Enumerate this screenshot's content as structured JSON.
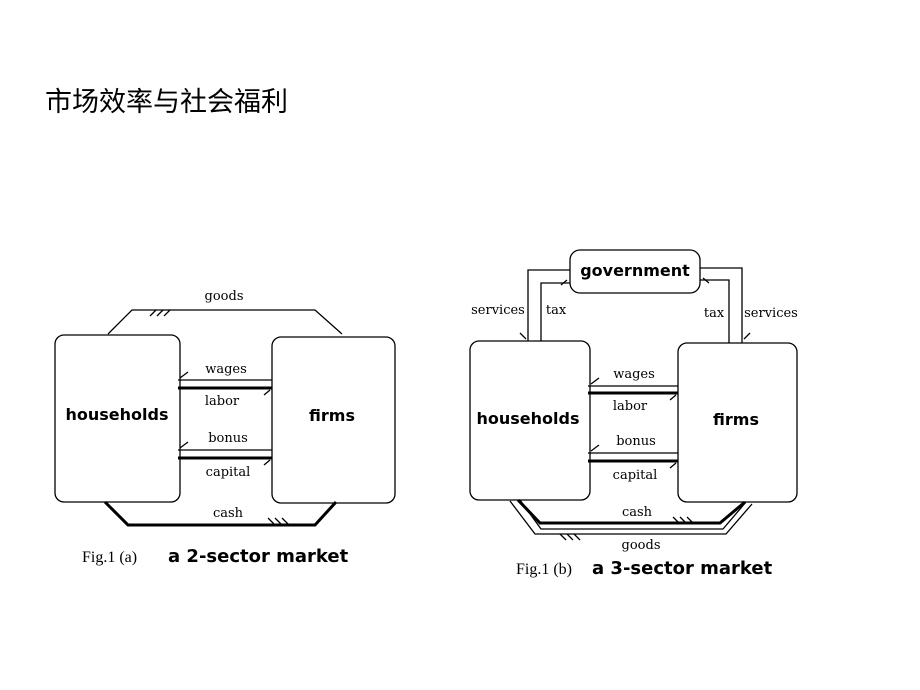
{
  "slide_title": "市场效率与社会福利",
  "fig_a": {
    "households": "households",
    "firms": "firms",
    "goods": "goods",
    "wages": "wages",
    "labor": "labor",
    "bonus": "bonus",
    "capital": "capital",
    "cash": "cash",
    "caption_label": "Fig.1 (a)",
    "caption_title": "a 2-sector market"
  },
  "fig_b": {
    "government": "government",
    "households": "households",
    "firms": "firms",
    "services_left": "services",
    "tax_left": "tax",
    "tax_right": "tax",
    "services_right": "services",
    "wages": "wages",
    "labor": "labor",
    "bonus": "bonus",
    "capital": "capital",
    "cash": "cash",
    "goods": "goods",
    "caption_label": "Fig.1 (b)",
    "caption_title": "a 3-sector market"
  }
}
